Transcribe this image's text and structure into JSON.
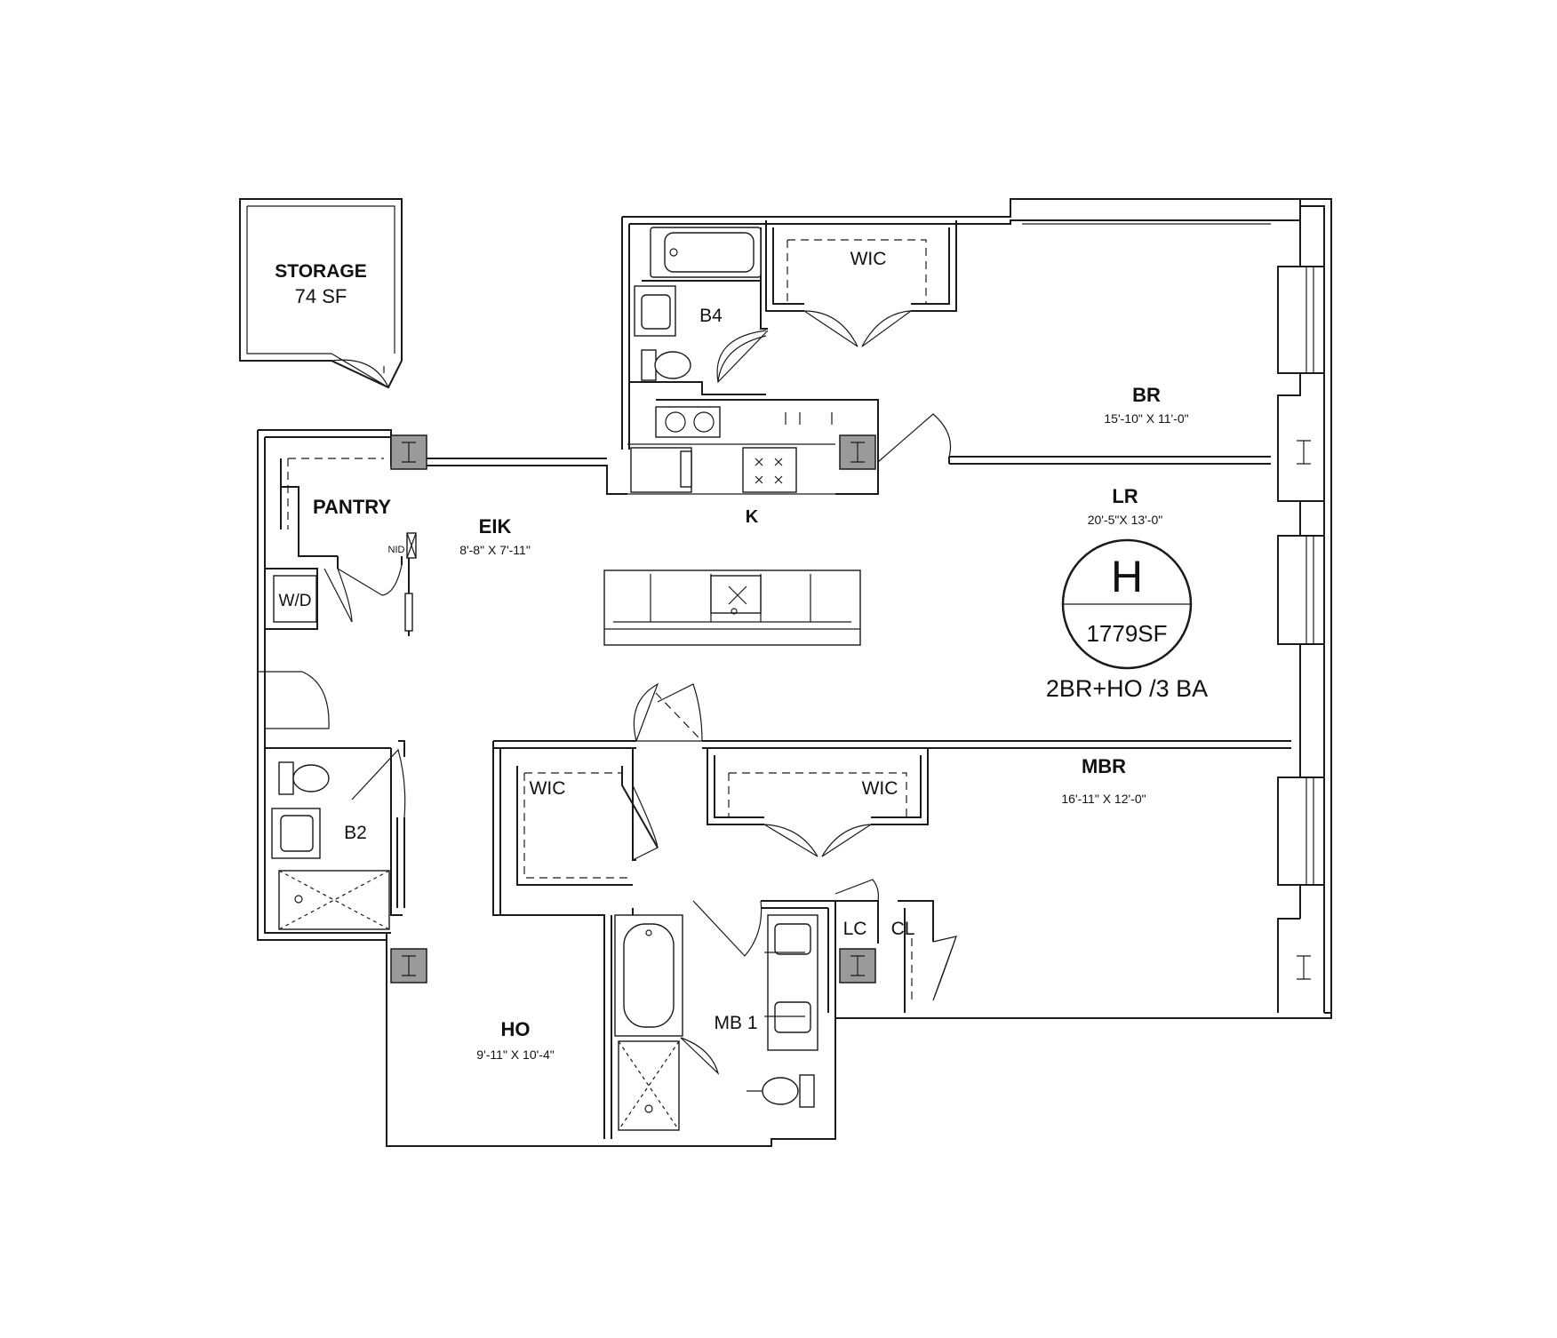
{
  "unit": {
    "letter": "H",
    "area": "1779SF",
    "type": "2BR+HO /3 BA"
  },
  "storage": {
    "name": "STORAGE",
    "area": "74 SF"
  },
  "rooms": {
    "br": {
      "name": "BR",
      "dims": "15'-10\" X 11'-0\""
    },
    "lr": {
      "name": "LR",
      "dims": "20'-5\"X 13'-0\""
    },
    "eik": {
      "name": "EIK",
      "dims": "8'-8\" X 7'-11\""
    },
    "mbr": {
      "name": "MBR",
      "dims": "16'-11\" X 12'-0\""
    },
    "ho": {
      "name": "HO",
      "dims": "9'-11\" X 10'-4\""
    },
    "pantry": {
      "name": "PANTRY"
    },
    "k": {
      "name": "K"
    }
  },
  "labels": {
    "wic_br": "WIC",
    "wic_ho": "WIC",
    "wic_mbr": "WIC",
    "b4": "B4",
    "b2": "B2",
    "mb1": "MB 1",
    "wd": "W/D",
    "lc": "LC",
    "cl": "CL",
    "nid": "NID"
  },
  "colors": {
    "line": "#1a1a1a",
    "column_fill": "#9a9a9a",
    "background": "#ffffff"
  }
}
